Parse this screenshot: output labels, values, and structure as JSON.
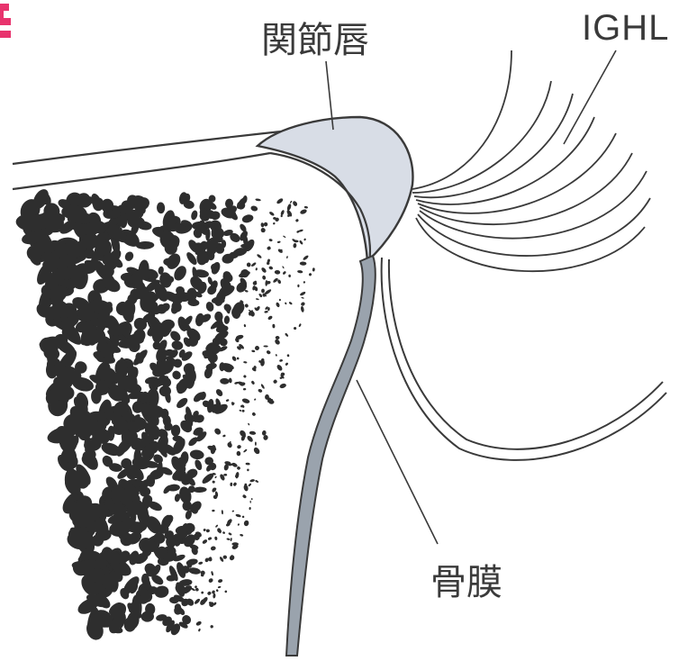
{
  "labels": {
    "labrum": "関節唇",
    "ighl": "IGHL",
    "periosteum": "骨膜"
  },
  "colors": {
    "ink": "#3a3a3a",
    "labrum_fill": "#d8dde6",
    "periosteum_fill": "#9aa3ad",
    "corner_mark": "#e8336d"
  }
}
